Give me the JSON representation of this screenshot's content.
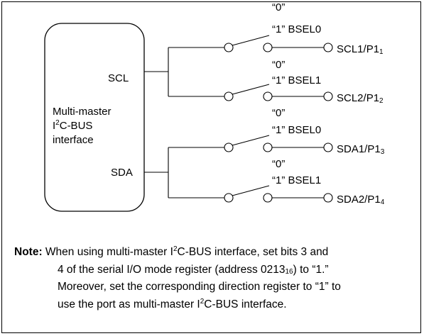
{
  "block": {
    "title_line1": "Multi-master",
    "title_line2_pre": "I",
    "title_line2_sup": "2",
    "title_line2_post": "C-BUS",
    "title_line3": "interface",
    "scl": "SCL",
    "sda": "SDA"
  },
  "switches": [
    {
      "label0": "“0”",
      "label1": "“1” BSEL0",
      "port": "SCL1/P1",
      "port_sub": "1"
    },
    {
      "label0": "“0”",
      "label1": "“1” BSEL1",
      "port": "SCL2/P1",
      "port_sub": "2"
    },
    {
      "label0": "“0”",
      "label1": "“1” BSEL0",
      "port": "SDA1/P1",
      "port_sub": "3"
    },
    {
      "label0": "“0”",
      "label1": "“1” BSEL1",
      "port": "SDA2/P1",
      "port_sub": "4"
    }
  ],
  "note": {
    "heading": "Note:",
    "l1_a": " When using multi-master I",
    "l1_sup": "2",
    "l1_b": "C-BUS interface, set bits 3 and",
    "l2_a": "4 of the serial I/O mode register (address 0213",
    "l2_sub": "16",
    "l2_b": ") to “1.”",
    "l3": "Moreover, set the corresponding direction register to “1” to",
    "l4_a": "use the port as multi-master I",
    "l4_sup": "2",
    "l4_b": "C-BUS interface."
  }
}
